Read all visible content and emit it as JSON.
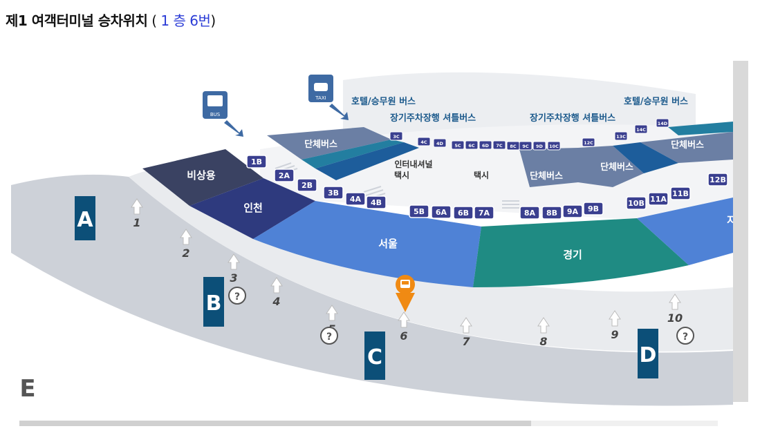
{
  "header": {
    "title_prefix": "제1 여객터미널 승차위치",
    "paren_open": " ( ",
    "floor_value": "1 층 6번",
    "paren_close": ")"
  },
  "zones": {
    "emergency": "비상용",
    "incheon": "인천",
    "seoul": "서울",
    "gyeonggi": "경기",
    "region_partial": "지",
    "group_bus_left": "단체버스",
    "group_bus_mid": "단체버스",
    "group_bus_right1": "단체버스",
    "group_bus_right2": "단체버스",
    "intl_taxi_line1": "인터내셔널",
    "intl_taxi_line2": "택시",
    "taxi": "택시"
  },
  "labels": {
    "hotel_left": "호텔/승무원 버스",
    "hotel_right": "호텔/승무원 버스",
    "parking_left": "장기주차장행 셔틀버스",
    "parking_right": "장기주차장행 셔틀버스"
  },
  "icons": {
    "bus_text": "BUS",
    "taxi_text": "TAXI"
  },
  "gates": [
    "A",
    "B",
    "C",
    "D",
    "E"
  ],
  "doors": [
    "1",
    "2",
    "3",
    "4",
    "5",
    "6",
    "7",
    "8",
    "9",
    "10"
  ],
  "stops_front": [
    "1B",
    "2A",
    "2B",
    "3B",
    "4A",
    "4B",
    "5B",
    "6A",
    "6B",
    "7A",
    "8A",
    "8B",
    "9A",
    "9B",
    "10B",
    "11A",
    "11B",
    "12B"
  ],
  "stops_back": [
    "3C",
    "4C",
    "4D",
    "5C",
    "6C",
    "6D",
    "7C",
    "8C",
    "9C",
    "9D",
    "10C",
    "12C",
    "13C",
    "14C",
    "14D"
  ],
  "colors": {
    "navy_dark": "#3a4262",
    "incheon": "#2e3a7e",
    "seoul": "#4f82d6",
    "gyeonggi": "#1f8b83",
    "group_bus": "#6b7fa4",
    "teal_band": "#237ea0",
    "blue_band": "#1d5d9b",
    "walkway": "#cdd1d8",
    "gate": "#0c4f78",
    "stop_badge": "#3a3f8f",
    "pin": "#f08a13",
    "label_blue": "#1c5a8c"
  }
}
